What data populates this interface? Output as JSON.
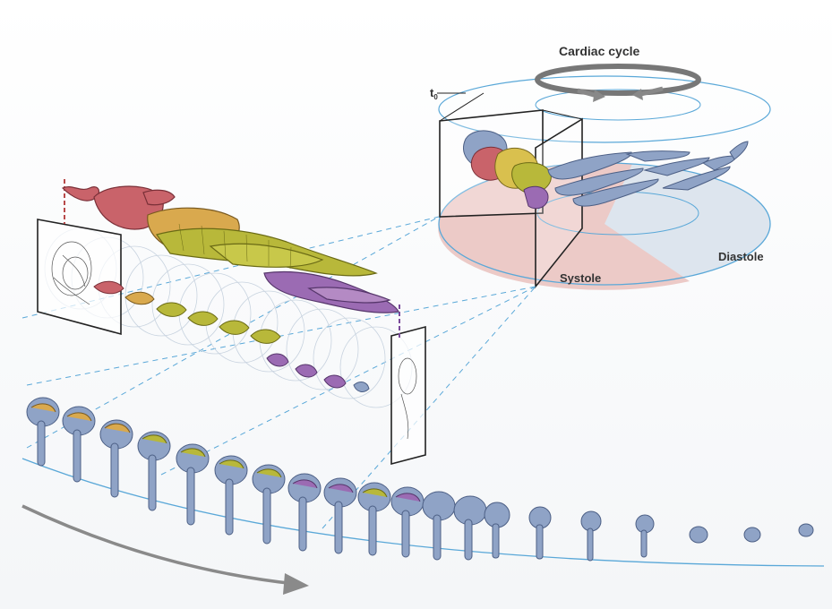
{
  "labels": {
    "cardiac_cycle": "Cardiac cycle",
    "t0": "t",
    "t0_sub": "0",
    "systole": "Systole",
    "diastole": "Diastole"
  },
  "colors": {
    "heart_red": "#c9636a",
    "heart_orange": "#d9a94e",
    "heart_yellow": "#b8b83a",
    "heart_purple": "#9b6bb3",
    "vessel_blue": "#8fa3c6",
    "ring_blue": "#5aa8d8",
    "systole_fill": "#eccac7",
    "diastole_fill": "#dde5ee",
    "arrow_gray": "#8a8a8a"
  }
}
